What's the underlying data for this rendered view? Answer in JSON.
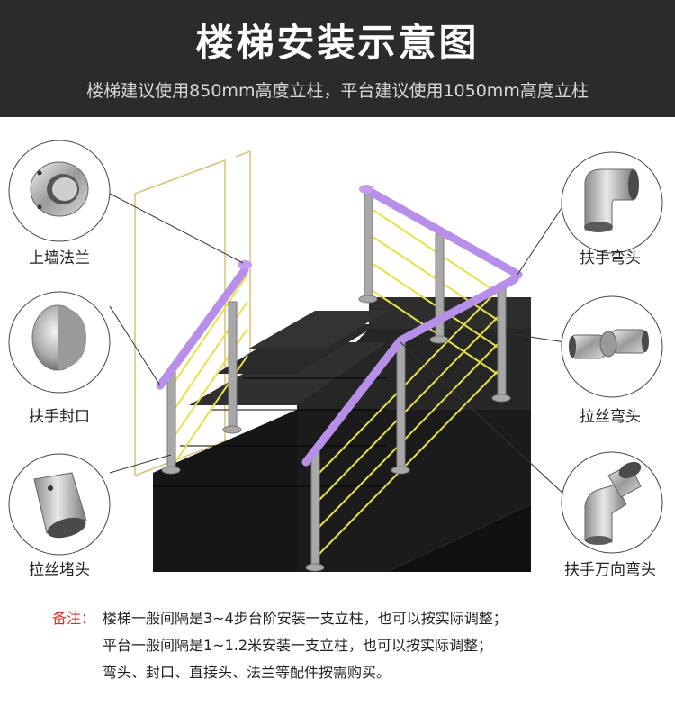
{
  "header": {
    "title": "楼梯安装示意图",
    "subtitle": "楼梯建议使用850mm高度立柱，平台建议使用1050mm高度立柱"
  },
  "parts": {
    "wall_flange": "上墙法兰",
    "end_cap": "扶手封口",
    "wire_plug": "拉丝堵头",
    "elbow": "扶手弯头",
    "wire_elbow": "拉丝弯头",
    "universal_elbow": "扶手万向弯头"
  },
  "note": {
    "label": "备注：",
    "lines": [
      "楼梯一般间隔是3~4步台阶安装一支立柱，也可以按实际调整；",
      "平台一般间隔是1~1.2米安装一支立柱，也可以按实际调整；",
      "弯头、封口、直接头、法兰等配件按需购买。"
    ]
  },
  "colors": {
    "header_bg": "#2b2b2b",
    "handrail": "#b78ee8",
    "wire": "#e6e24a",
    "stair": "#1f1f1f",
    "note_label": "#d4342a"
  }
}
